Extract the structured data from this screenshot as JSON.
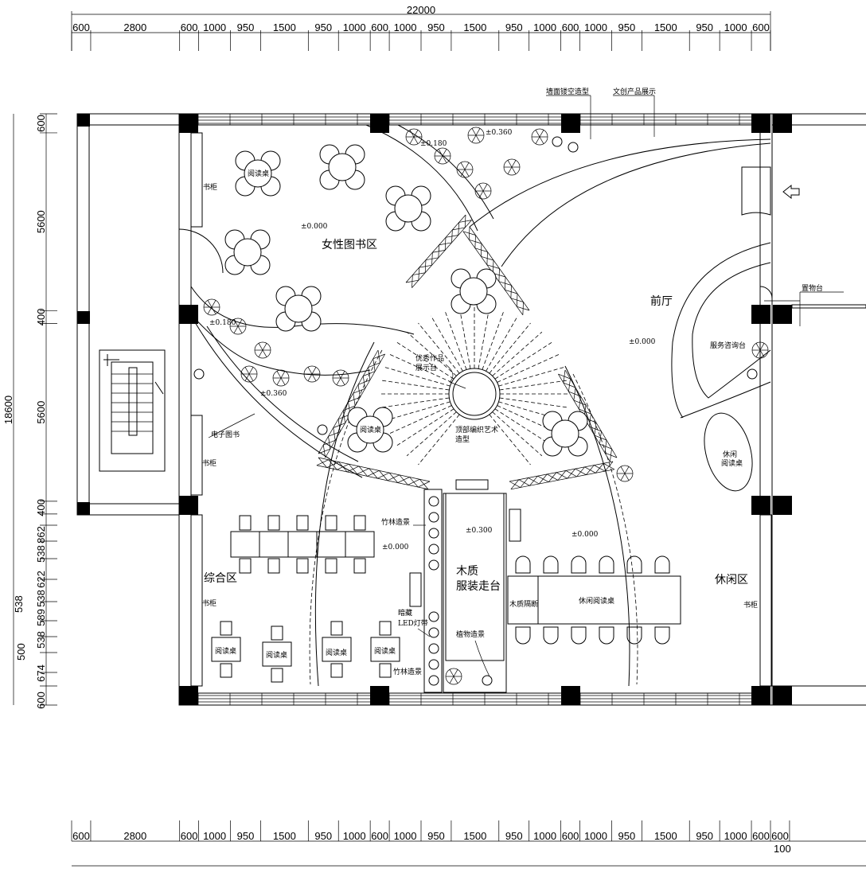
{
  "dimensions": {
    "top_total": "22000",
    "top_segments": [
      600,
      2800,
      600,
      1000,
      950,
      1500,
      950,
      1000,
      600,
      1000,
      950,
      1500,
      950,
      1000,
      600,
      1000,
      950,
      1500,
      950,
      1000,
      600
    ],
    "bottom_segments": [
      600,
      2800,
      600,
      1000,
      950,
      1500,
      950,
      1000,
      600,
      1000,
      950,
      1500,
      950,
      1000,
      600,
      1000,
      950,
      1500,
      950,
      1000,
      600,
      600
    ],
    "bottom_extra": "100",
    "left_total": "18600",
    "left_segments": [
      600,
      5600,
      400,
      5600,
      400
    ],
    "left_lower_labels": [
      "862",
      "538",
      "622",
      "538",
      "589",
      "538",
      "674",
      "600"
    ],
    "left_outer_labels": [
      "538",
      "500"
    ]
  },
  "labels": {
    "bookcase_1": "书柜",
    "bookcase_2": "书柜",
    "bookcase_3": "书柜",
    "bookcase_4": "书柜",
    "reading_table_round": "阅读桌",
    "women_books_zone": "女性图书区",
    "elev_000_a": "±0.000",
    "elev_180_a": "±0.180",
    "elev_360_a": "±0.360",
    "wall_hollow": "墙面镂空造型",
    "cultural_products": "文创产品展示",
    "lobby": "前厅",
    "elev_000_b": "±0.000",
    "service_desk": "服务咨询台",
    "storage_table": "置物台",
    "elev_180_b": "±0.180",
    "elev_360_b": "±0.360",
    "showcase": [
      "优秀作品",
      "展示台"
    ],
    "weaving_art": [
      "顶部编织艺术",
      "造型"
    ],
    "ebooks": "电子图书",
    "reading_table_mid": "阅读桌",
    "leisure_table_round": [
      "休闲",
      "阅读桌"
    ],
    "bamboo_1": "竹林造景",
    "elev_000_c": "±0.000",
    "elev_300": "±0.300",
    "elev_000_d": "±0.000",
    "general_zone": "综合区",
    "runway": [
      "木质",
      "服装走台"
    ],
    "wood_partition": "木质隔断",
    "leisure_table_long": "休闲阅读桌",
    "leisure_zone": "休闲区",
    "led_strip": [
      "暗藏",
      "LED灯带"
    ],
    "plant_scene": "植物造景",
    "bamboo_2": "竹林造景",
    "reading_tables_small": [
      "阅读桌",
      "阅读桌",
      "阅读桌",
      "阅读桌"
    ]
  }
}
